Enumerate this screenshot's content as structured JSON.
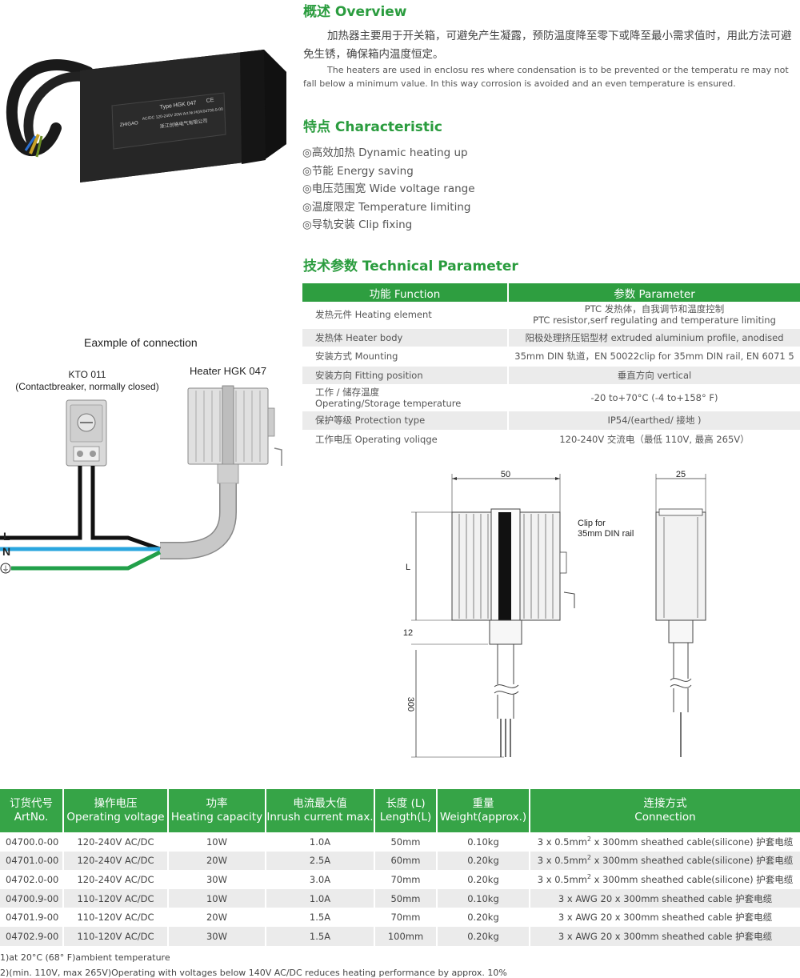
{
  "overview": {
    "heading": "概述 Overview",
    "text_zh": "加热器主要用于开关箱，可避免产生凝露，预防温度降至零下或降至最小需求值时，用此方法可避免生锈，确保箱内温度恒定。",
    "text_en": "The heaters are used in enclosu res where condensation is to be prevented or the temperatu re may not fall below a minimum value. In this way corrosion is avoided and an even temperature is ensured."
  },
  "product_label": {
    "type": "Type HGK 047",
    "brand": "ZHIGAO",
    "spec": "AC/DC 120-240V 20W  Art.Nr.HGK04700.0-00",
    "maker": "浙江创格电气有限公司",
    "ce": "CE"
  },
  "characteristic": {
    "heading": "特点 Characteristic",
    "items": [
      "◎高效加热 Dynamic heating up",
      "◎节能 Energy saving",
      "◎电压范围宽 Wide voltage range",
      "◎温度限定 Temperature limiting",
      "◎导轨安装 Clip fixing"
    ]
  },
  "technical": {
    "heading": "技术参数 Technical Parameter",
    "col_function": "功能 Function",
    "col_parameter": "参数 Parameter",
    "rows": [
      {
        "function": "发热元件 Heating element",
        "parameter_1": "PTC 发热体，自我调节和温度控制",
        "parameter_2": "PTC resistor,serf regulating and temperature limiting"
      },
      {
        "function": "发热体 Heater body",
        "parameter_1": "阳极处理挤压铝型材 extruded aluminium profile, anodised",
        "parameter_2": ""
      },
      {
        "function": "安装方式 Mounting",
        "parameter_1": "35mm DIN 轨道，EN 50022clip for 35mm DIN rail, EN 6071 5",
        "parameter_2": ""
      },
      {
        "function": "安装方向 Fitting position",
        "parameter_1": "垂直方向 vertical",
        "parameter_2": ""
      },
      {
        "function": "工作 / 储存温度",
        "function_2": "Operating/Storage temperature",
        "parameter_1": "-20 to+70°C (-4 to+158° F)",
        "parameter_2": ""
      },
      {
        "function": "保护等级 Protection type",
        "parameter_1": "IP54/(earthed/ 接地 )",
        "parameter_2": ""
      },
      {
        "function": "工作电压 Operating voliqge",
        "parameter_1": "120-240V 交流电（最低 110V, 最高 265V）",
        "parameter_2": ""
      }
    ]
  },
  "connection": {
    "title": "Eaxmple of connection",
    "kto_label_1": "KTO 011",
    "kto_label_2": "(Contactbreaker, normally closed)",
    "heater_label": "Heater HGK 047",
    "line_L": "L",
    "line_N": "N",
    "earth_symbol": "⏚",
    "colors": {
      "L": "#111111",
      "N": "#2aa6df",
      "earth": "#22a04a",
      "cable": "#c8c8c8"
    }
  },
  "dimensions": {
    "width": "50",
    "depth": "25",
    "length": "L",
    "cable_stub": "12",
    "cable_len": "300",
    "clip_note_1": "Clip for",
    "clip_note_2": "35mm DIN rail"
  },
  "order": {
    "headers": [
      {
        "zh": "订货代号",
        "en": "ArtNo."
      },
      {
        "zh": "操作电压",
        "en": "Operating voltage"
      },
      {
        "zh": "功率",
        "en": "Heating capacity"
      },
      {
        "zh": "电流最大值",
        "en": "Inrush current max."
      },
      {
        "zh": "长度 (L)",
        "en": "Length(L)"
      },
      {
        "zh": "重量",
        "en": "Weight(approx.)"
      },
      {
        "zh": "连接方式",
        "en": "Connection"
      }
    ],
    "rows": [
      {
        "art": "04700.0-00",
        "voltage": "120-240V AC/DC",
        "power": "10W",
        "current": "1.0A",
        "length": "50mm",
        "weight": "0.10kg",
        "conn_a": "3 x 0.5mm",
        "conn_sup": "2",
        "conn_b": " x 300mm sheathed cable(silicone) 护套电缆"
      },
      {
        "art": "04701.0-00",
        "voltage": "120-240V AC/DC",
        "power": "20W",
        "current": "2.5A",
        "length": "60mm",
        "weight": "0.20kg",
        "conn_a": "3 x 0.5mm",
        "conn_sup": "2",
        "conn_b": " x 300mm sheathed cable(silicone) 护套电缆"
      },
      {
        "art": "04702.0-00",
        "voltage": "120-240V AC/DC",
        "power": "30W",
        "current": "3.0A",
        "length": "70mm",
        "weight": "0.20kg",
        "conn_a": "3 x 0.5mm",
        "conn_sup": "2",
        "conn_b": " x 300mm sheathed cable(silicone) 护套电缆"
      },
      {
        "art": "04700.9-00",
        "voltage": "110-120V AC/DC",
        "power": "10W",
        "current": "1.0A",
        "length": "50mm",
        "weight": "0.10kg",
        "conn_a": "3 x AWG 20 x 300mm sheathed cable 护套电缆",
        "conn_sup": "",
        "conn_b": ""
      },
      {
        "art": "04701.9-00",
        "voltage": "110-120V AC/DC",
        "power": "20W",
        "current": "1.5A",
        "length": "70mm",
        "weight": "0.20kg",
        "conn_a": "3 x AWG 20 x 300mm sheathed cable 护套电缆",
        "conn_sup": "",
        "conn_b": ""
      },
      {
        "art": "04702.9-00",
        "voltage": "110-120V AC/DC",
        "power": "30W",
        "current": "1.5A",
        "length": "100mm",
        "weight": "0.20kg",
        "conn_a": "3 x AWG 20 x 300mm sheathed cable 护套电缆",
        "conn_sup": "",
        "conn_b": ""
      }
    ]
  },
  "notes": [
    "1)at 20°C (68° F)ambient temperature",
    "2)(min. 110V, max 265V)Operating with voltages below 140V AC/DC reduces heating performance by approx. 10%"
  ]
}
